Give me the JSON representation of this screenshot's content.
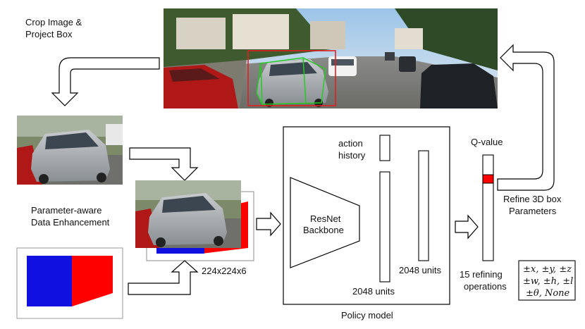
{
  "labels": {
    "crop_line1": "Crop Image &",
    "crop_line2": "Project Box",
    "enhance_line1": "Parameter-aware",
    "enhance_line2": "Data Enhancement",
    "tensor_size": "224x224x6",
    "backbone_line1": "ResNet",
    "backbone_line2": "Backbone",
    "action_line1": "action",
    "action_line2": "history",
    "units_a": "2048 units",
    "units_b": "2048 units",
    "qvalue": "Q-value",
    "refine_ops_line1": "15 refining",
    "refine_ops_line2": "operations",
    "refine_box_line1": "Refine 3D box",
    "refine_box_line2": "Parameters",
    "policy_model": "Policy model"
  },
  "operations": {
    "row1": "±x, ±y, ±z",
    "row2": "±w, ±h, ±l",
    "row3": "±θ, None"
  },
  "colors": {
    "box_red": "#ff0000",
    "box_blue": "#1010e0",
    "projection_green": "#22cc22",
    "detection_red": "#e02020",
    "q_active": "#ff0000"
  }
}
